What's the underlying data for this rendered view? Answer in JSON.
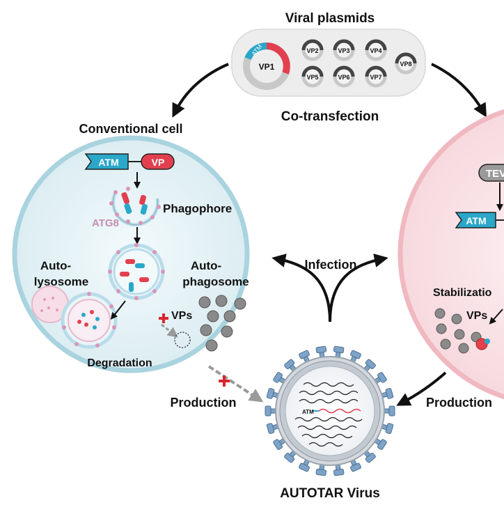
{
  "labels": {
    "plasmids_title": "Viral plasmids",
    "cotransfection": "Co-transfection",
    "conventional_cell": "Conventional cell",
    "right_cell_title": "Th",
    "phagophore": "Phagophore",
    "atg8": "ATG8",
    "autolysosome_1": "Auto-",
    "autolysosome_2": "lysosome",
    "autophagosome_1": "Auto-",
    "autophagosome_2": "phagosome",
    "vps_left": "VPs",
    "vps_right": "VPs",
    "degradation": "Degradation",
    "infection": "Infection",
    "production_left": "Production",
    "production_right": "Production",
    "stabilization": "Stabilizatio",
    "tev": "TEV",
    "virus_title": "AUTOTAR Virus",
    "atm_virus": "ATM"
  },
  "plasmids": {
    "vp1": {
      "label": "VP1",
      "tag": "ATM"
    },
    "others": [
      "VP2",
      "VP3",
      "VP4",
      "VP5",
      "VP6",
      "VP7",
      "VP8"
    ]
  },
  "construct": {
    "atm": "ATM",
    "vp": "VP"
  },
  "colors": {
    "cell_left_fill": "#e8f4f7",
    "cell_left_border": "#a9d3df",
    "cell_right_fill": "#fbe6e9",
    "cell_right_border": "#f0b8c0",
    "atm": "#2aa7c9",
    "vp": "#e2404f",
    "virus_spike": "#7da4c8",
    "inhibit": "#d9262c"
  }
}
